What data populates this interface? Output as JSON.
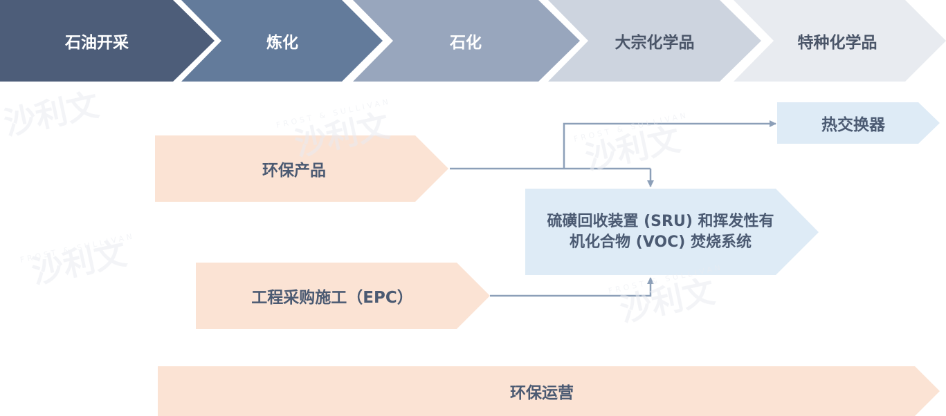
{
  "chain": {
    "stage1": "石油开采",
    "stage2": "炼化",
    "stage3": "石化",
    "stage4": "大宗化学品",
    "stage5": "特种化学品"
  },
  "products": {
    "env_products": "环保产品",
    "epc": "工程采购施工（EPC）",
    "sru_line1": "硫磺回收装置 (SRU) 和挥发性有",
    "sru_line2": "机化合物 (VOC) 焚烧系统",
    "heat_exchanger": "热交换器",
    "env_operation": "环保运营"
  },
  "watermark": {
    "brand_en": "FROST & SULLIVAN",
    "brand_cn": "沙利文"
  },
  "colors": {
    "stage1": "#4d5d79",
    "stage2": "#637b9b",
    "stage3": "#98a6bd",
    "stage4": "#cdd4df",
    "stage5": "#e8ebf0",
    "peach": "#fbe3d4",
    "light_blue": "#deebf6",
    "connector": "#8c9fb8"
  }
}
